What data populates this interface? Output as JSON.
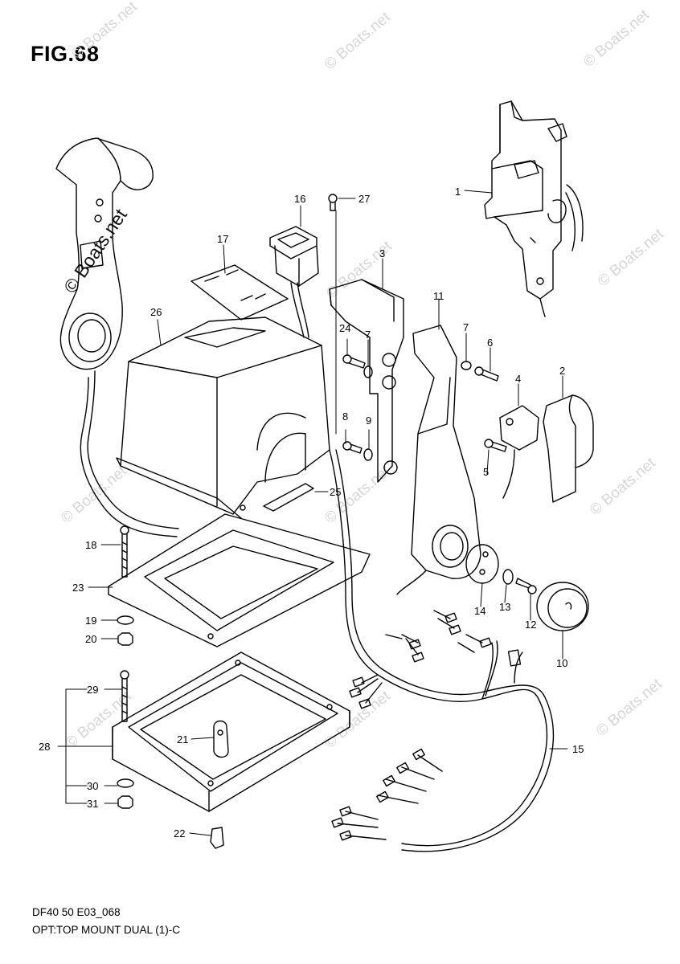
{
  "figure": {
    "title": "FIG.68",
    "code": "DF40 50 E03_068",
    "caption": "OPT:TOP MOUNT DUAL (1)-C"
  },
  "watermark": {
    "text": "© Boats.net",
    "dark_text": "© Boats.net"
  },
  "callouts": [
    "1",
    "2",
    "3",
    "4",
    "5",
    "6",
    "7",
    "7",
    "8",
    "9",
    "10",
    "11",
    "12",
    "13",
    "14",
    "15",
    "16",
    "17",
    "18",
    "19",
    "20",
    "21",
    "22",
    "23",
    "24",
    "25",
    "26",
    "27",
    "28",
    "29",
    "30",
    "31"
  ]
}
